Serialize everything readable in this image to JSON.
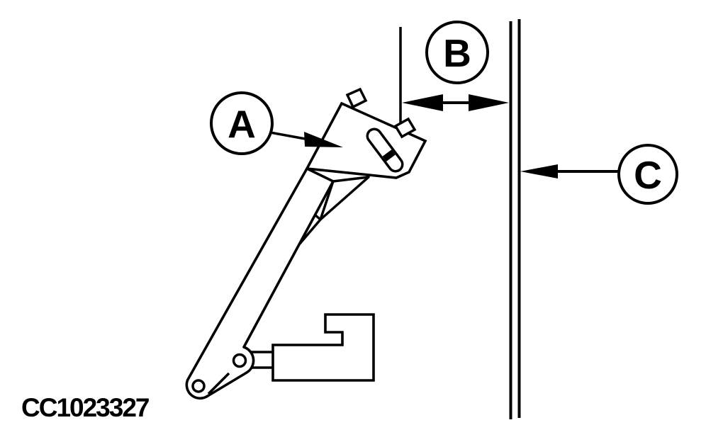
{
  "figure": {
    "code": "CC1023327",
    "callout_a": "A",
    "callout_b": "B",
    "callout_c": "C"
  },
  "colors": {
    "line": "#000000",
    "background": "#ffffff"
  }
}
